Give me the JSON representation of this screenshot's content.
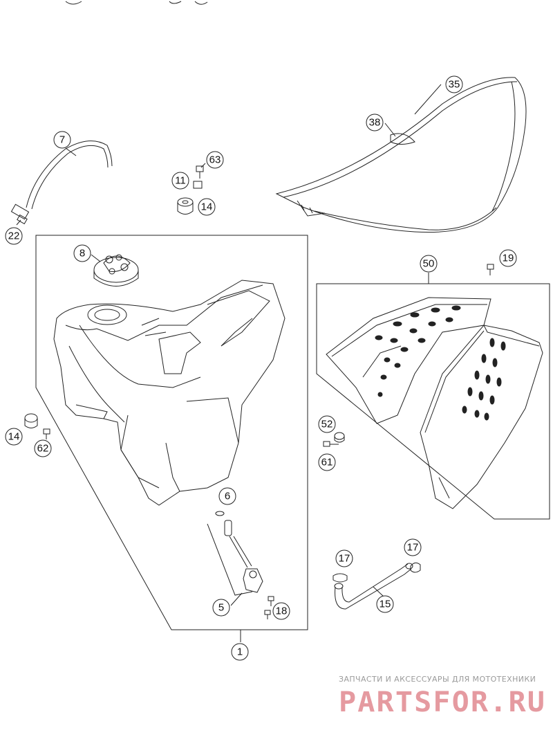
{
  "callouts": [
    {
      "id": "c35",
      "label": "35"
    },
    {
      "id": "c38",
      "label": "38"
    },
    {
      "id": "c7",
      "label": "7"
    },
    {
      "id": "c63",
      "label": "63"
    },
    {
      "id": "c11",
      "label": "11"
    },
    {
      "id": "c14a",
      "label": "14"
    },
    {
      "id": "c22",
      "label": "22"
    },
    {
      "id": "c8",
      "label": "8"
    },
    {
      "id": "c50",
      "label": "50"
    },
    {
      "id": "c19",
      "label": "19"
    },
    {
      "id": "c14b",
      "label": "14"
    },
    {
      "id": "c62",
      "label": "62"
    },
    {
      "id": "c52",
      "label": "52"
    },
    {
      "id": "c61",
      "label": "61"
    },
    {
      "id": "c6",
      "label": "6"
    },
    {
      "id": "c17a",
      "label": "17"
    },
    {
      "id": "c17b",
      "label": "17"
    },
    {
      "id": "c15",
      "label": "15"
    },
    {
      "id": "c5",
      "label": "5"
    },
    {
      "id": "c18",
      "label": "18"
    },
    {
      "id": "c1",
      "label": "1"
    }
  ],
  "watermark": {
    "tagline": "ЗАПЧАСТИ И АКСЕССУАРЫ ДЛЯ МОТОТЕХНИКИ",
    "logo": "PARTSFOR.RU"
  },
  "colors": {
    "line": "#222222",
    "watermark_text": "#9a9a9a",
    "watermark_logo": "#e59aa0"
  }
}
